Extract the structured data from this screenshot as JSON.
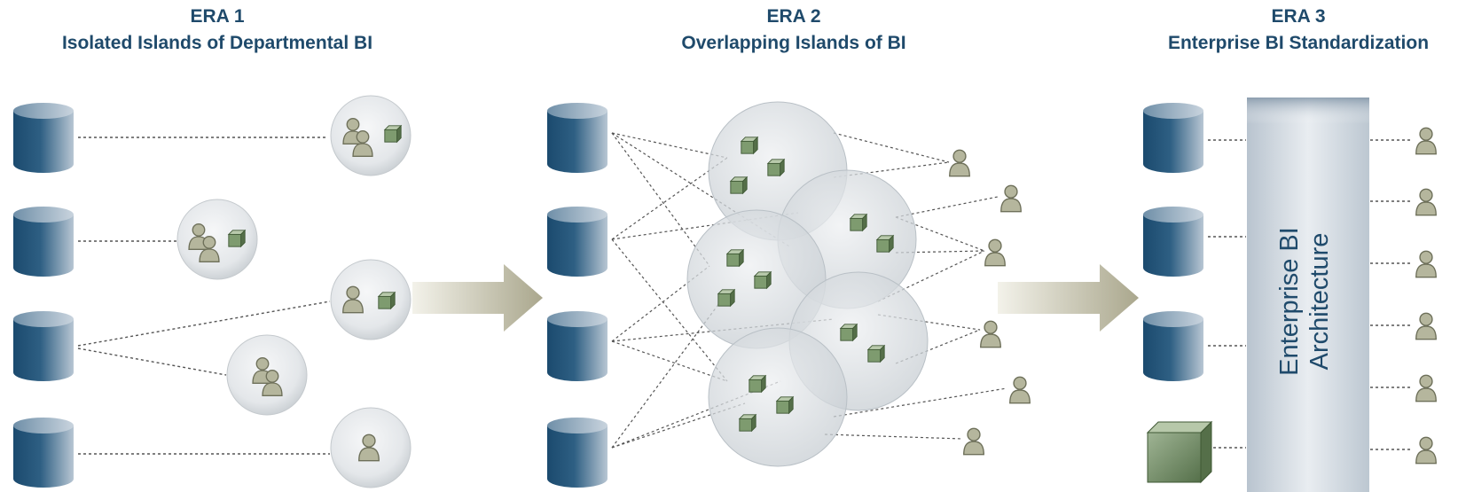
{
  "colors": {
    "title": "#1f4a6b",
    "cylinder_dark": "#1e4f74",
    "cylinder_light": "#b8c6d3",
    "island_fill": "#e6e8ea",
    "cube": "#7d9a70",
    "person": "#a8a990",
    "arrow": "#b3b19a",
    "architecture_text": "#1f4a6b"
  },
  "eras": [
    {
      "number": "ERA 1",
      "subtitle": "Isolated Islands of Departmental BI"
    },
    {
      "number": "ERA 2",
      "subtitle": "Overlapping Islands of BI"
    },
    {
      "number": "ERA 3",
      "subtitle": "Enterprise BI Standardization"
    }
  ],
  "architecture": {
    "line1": "Enterprise BI",
    "line2": "Architecture"
  },
  "icons": [
    "database-icon",
    "user-icon",
    "users-icon",
    "cube-icon",
    "arrow-icon"
  ]
}
